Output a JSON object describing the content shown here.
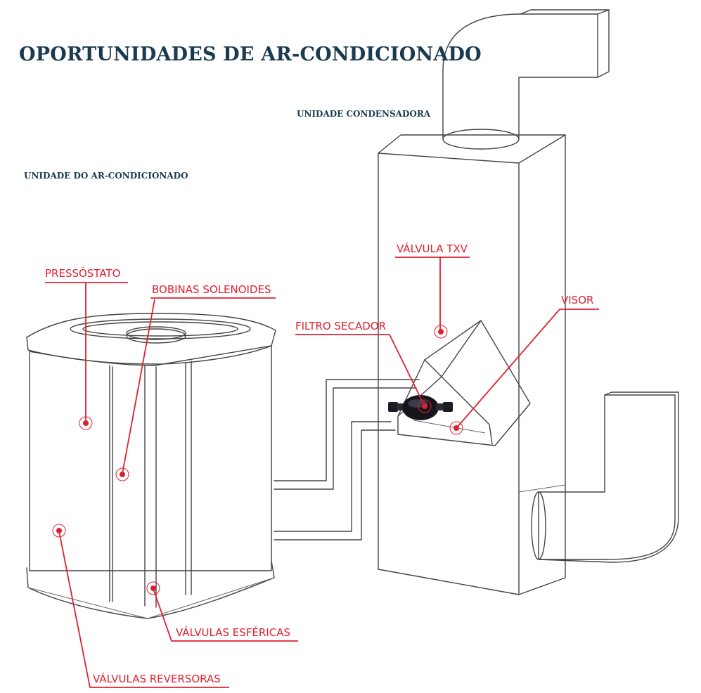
{
  "title": "OPORTUNIDADES DE AR-CONDICIONADO",
  "sections": {
    "condenser_unit": "UNIDADE CONDENSADORA",
    "ac_unit": "UNIDADE DO AR-CONDICIONADO"
  },
  "callouts": {
    "pressostato": "PRESSÓSTATO",
    "bobinas": "BOBINAS SOLENOIDES",
    "valvula_txv": "VÁLVULA TXV",
    "filtro": "FILTRO SECADOR",
    "visor": "VISOR",
    "esfericas": "VÁLVULAS ESFÉRICAS",
    "reversoras": "VÁLVULAS REVERSORAS"
  },
  "colors": {
    "accent": "#e02030",
    "heading": "#1a3a4f",
    "outline": "#444444"
  }
}
